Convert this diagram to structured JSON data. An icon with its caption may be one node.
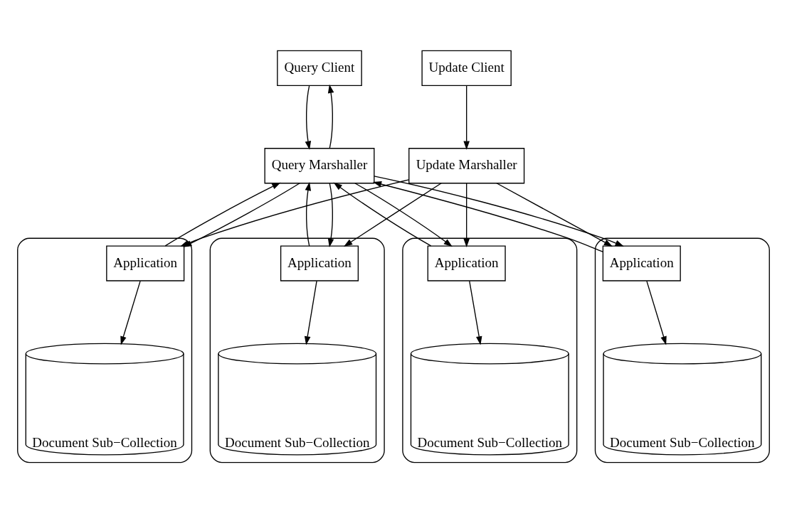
{
  "diagram": {
    "nodes": [
      {
        "text": [
          "Query Client"
        ]
      },
      {
        "text": [
          "Update Client"
        ]
      },
      {
        "text": [
          "Query Marshaller"
        ]
      },
      {
        "text": [
          "Update Marshaller"
        ]
      },
      {
        "text": [],
        "shape": "box"
      },
      {
        "text": [
          "Application"
        ],
        "in": 4
      },
      {
        "text": [
          "Document Sub−Collection"
        ],
        "in": 4
      },
      {
        "text": [],
        "shape": "box"
      },
      {
        "text": [
          "Application"
        ],
        "in": 7
      },
      {
        "text": [
          "Document Sub−Collection"
        ],
        "in": 7
      },
      {
        "text": [],
        "shape": "box"
      },
      {
        "text": [
          "Application"
        ],
        "in": 10
      },
      {
        "text": [
          "Document Sub−Collection"
        ],
        "in": 10
      },
      {
        "text": [],
        "shape": "box"
      },
      {
        "text": [
          "Application"
        ],
        "in": 13
      },
      {
        "text": [
          "Document Sub−Collection"
        ],
        "in": 13
      }
    ],
    "edges": [
      {
        "from": 0,
        "to": 2,
        "arrow": "to"
      },
      {
        "from": 2,
        "to": 0,
        "arrow": "to"
      },
      {
        "from": 1,
        "to": 3,
        "arrow": "to"
      },
      {
        "from": 2,
        "to": 5,
        "arrow": "to"
      },
      {
        "from": 5,
        "to": 2,
        "arrow": "to"
      },
      {
        "from": 2,
        "to": 8,
        "arrow": "to"
      },
      {
        "from": 8,
        "to": 2,
        "arrow": "to"
      },
      {
        "from": 2,
        "to": 11,
        "arrow": "to"
      },
      {
        "from": 11,
        "to": 2,
        "arrow": "to"
      },
      {
        "from": 2,
        "to": 14,
        "arrow": "to"
      },
      {
        "from": 14,
        "to": 2,
        "arrow": "to"
      },
      {
        "from": 3,
        "to": 5,
        "arrow": "to"
      },
      {
        "from": 3,
        "to": 8,
        "arrow": "to"
      },
      {
        "from": 3,
        "to": 11,
        "arrow": "to"
      },
      {
        "from": 3,
        "to": 14,
        "arrow": "to"
      },
      {
        "from": 5,
        "to": 6,
        "arrow": "to"
      },
      {
        "from": 8,
        "to": 9,
        "arrow": "to"
      },
      {
        "from": 11,
        "to": 12,
        "arrow": "to"
      },
      {
        "from": 14,
        "to": 15,
        "arrow": "to"
      }
    ]
  }
}
